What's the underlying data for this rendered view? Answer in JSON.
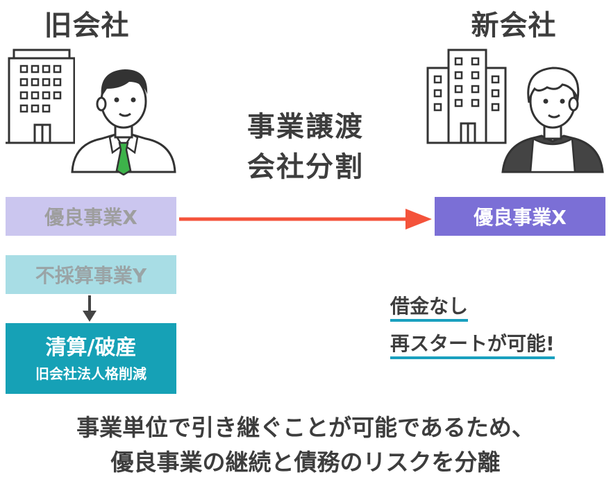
{
  "old_company": {
    "title": "旧会社"
  },
  "new_company": {
    "title": "新会社"
  },
  "transfer": {
    "line1": "事業譲渡",
    "line2": "会社分割"
  },
  "old_good_business": "優良事業X",
  "new_good_business": "優良事業X",
  "bad_business": "不採算事業Y",
  "liquidation": {
    "line1": "清算/破産",
    "line2": "旧会社法人格削減"
  },
  "note": {
    "line1": "借金なし",
    "line2": "再スタートが可能!"
  },
  "bottom_text": {
    "line1": "事業単位で引き継ぐことが可能であるため、",
    "line2": "優良事業の継続と債務のリスクを分離"
  },
  "colors": {
    "lavender": "#cbc6ef",
    "purple": "#7b6fd6",
    "light_teal": "#a8dde5",
    "teal": "#16a1b6",
    "arrow_red": "#f4533b",
    "tie_green": "#3db34a"
  }
}
